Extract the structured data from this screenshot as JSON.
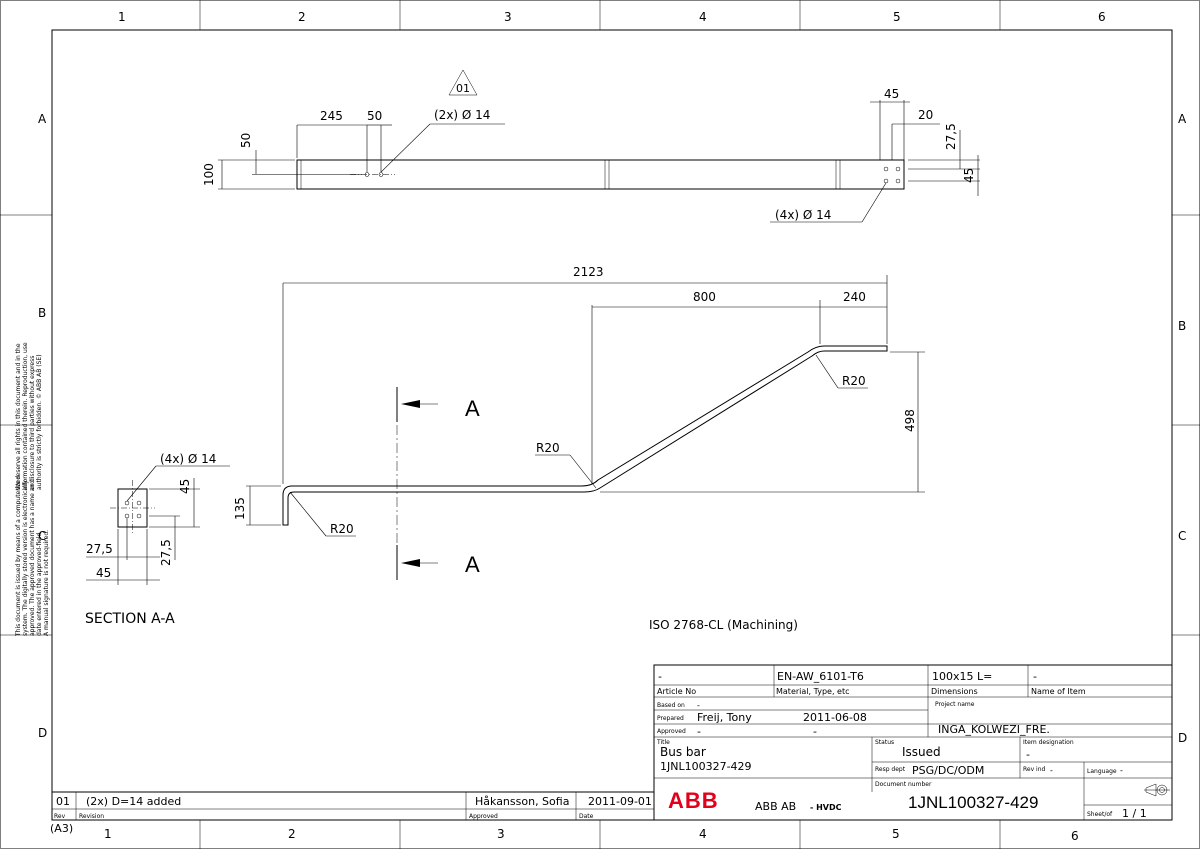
{
  "grid": {
    "columns": [
      "1",
      "2",
      "3",
      "4",
      "5",
      "6"
    ],
    "rows": [
      "A",
      "B",
      "C",
      "D"
    ]
  },
  "sheet_size": "(A3)",
  "top_view": {
    "revision_marker": "01",
    "dims": {
      "d245": "245",
      "d50": "50",
      "hole_callout_left": "(2x)  Ø 14",
      "d100": "100",
      "d50_vert": "50",
      "d45_top": "45",
      "d20": "20",
      "d27_5": "27,5",
      "d45_right": "45",
      "hole_callout_right": "(4x)  Ø 14"
    }
  },
  "side_view": {
    "dims": {
      "overall": "2123",
      "d800": "800",
      "d240": "240",
      "d498": "498",
      "d135": "135",
      "r20_a": "R20",
      "r20_b": "R20",
      "r20_c": "R20"
    },
    "section_label_top": "A",
    "section_label_bottom": "A"
  },
  "section_view": {
    "callout": "(4x)  Ø 14",
    "d45": "45",
    "d27_5_v": "27,5",
    "d27_5_h": "27,5",
    "d45_h": "45",
    "title": "SECTION  A-A"
  },
  "tolerance_note": "ISO  2768-CL  (Machining)",
  "confidentiality": [
    "We reserve all rights in this document and in the",
    "information contained therein. Reproduction, use",
    "or disclosure to third parties without express",
    "authority is strictly forbidden.   © ABB AB (SE)",
    "This document is issued by means of a computerized",
    "system. The digitally stored version is electronically",
    "approved. The approved document has a name and",
    "date entered in the approved-field.",
    "A manual signature is not required."
  ],
  "revision_block": {
    "rev": "01",
    "description": "(2x) D=14  added",
    "approved": "Håkansson, Sofia",
    "date": "2011-09-01",
    "hdr_rev": "Rev",
    "hdr_revision": "Revision",
    "hdr_approved": "Approved",
    "hdr_date": "Date"
  },
  "title_block": {
    "article_no": "-",
    "material": "EN-AW_6101-T6",
    "dimensions": "100x15  L=",
    "name_of_item": "-",
    "lbl_article_no": "Article No",
    "lbl_material": "Material, Type, etc",
    "lbl_dimensions": "Dimensions",
    "lbl_name_of_item": "Name of Item",
    "lbl_based_on": "Based on",
    "based_on": "-",
    "lbl_prepared": "Prepared",
    "prepared": "Freij, Tony",
    "prepared_date": "2011-06-08",
    "lbl_approved": "Approved",
    "approved": "-",
    "approved_date": "-",
    "lbl_project_name": "Project name",
    "project_name": "INGA_KOLWEZI_FRE.",
    "lbl_title": "Title",
    "title_line1": "Bus bar",
    "title_line2": "1JNL100327-429",
    "lbl_status": "Status",
    "status": "Issued",
    "lbl_item_designation": "Item designation",
    "item_designation": "-",
    "lbl_resp_dept": "Resp dept",
    "resp_dept": "PSG/DC/ODM",
    "lbl_rev_ind": "Rev ind",
    "rev_ind": "-",
    "lbl_language": "Language",
    "language": "-",
    "logo": "ABB",
    "company": "ABB AB",
    "division": "- HVDC",
    "lbl_document_number": "Document number",
    "document_number": "1JNL100327-429",
    "lbl_sheet": "Sheet/of",
    "sheet": "1 / 1",
    "projection_symbol": "first-angle-projection-icon"
  }
}
